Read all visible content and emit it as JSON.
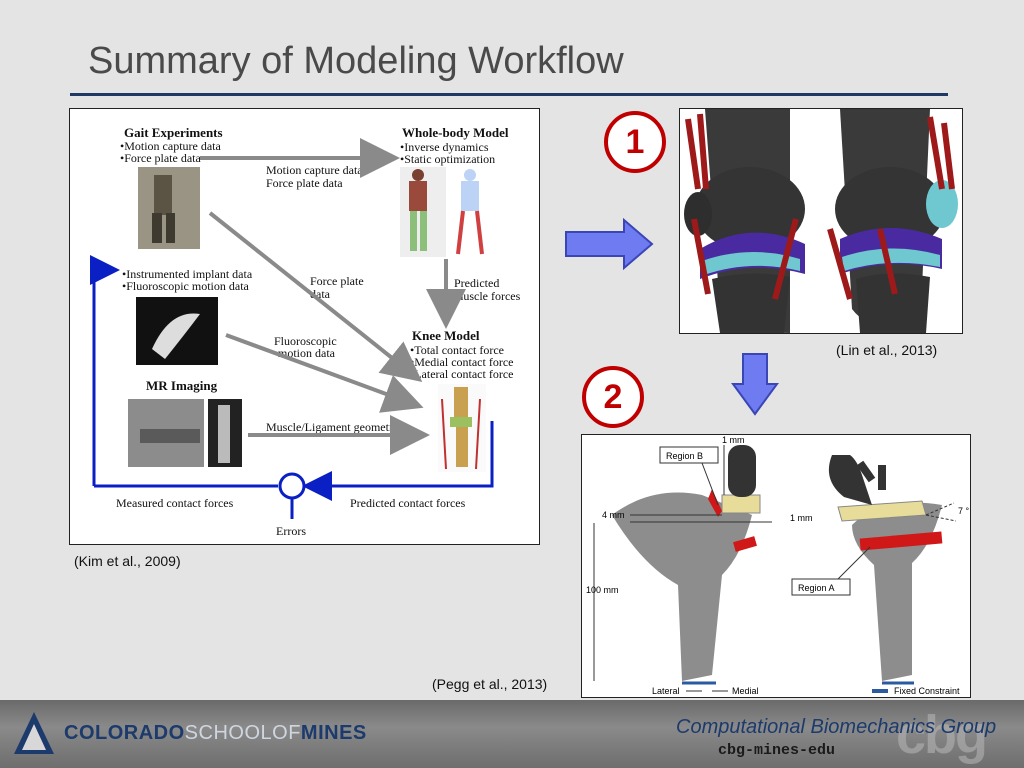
{
  "slide": {
    "title": "Summary of Modeling Workflow",
    "badge1": "1",
    "badge2": "2"
  },
  "workflow": {
    "gait_title": "Gait Experiments",
    "gait_items": [
      "•Motion capture data",
      "•Force plate data"
    ],
    "arrow_top_labels": [
      "Motion capture data",
      "Force plate data"
    ],
    "wbm_title": "Whole-body Model",
    "wbm_items": [
      "•Inverse dynamics",
      "•Static optimization"
    ],
    "implant_items": [
      "•Instrumented implant data",
      "•Fluoroscopic motion data"
    ],
    "force_plate_label": [
      "Force plate",
      "data"
    ],
    "predicted_muscle_label": [
      "Predicted",
      "muscle forces"
    ],
    "fluoro_label": [
      "Fluoroscopic",
      "motion data"
    ],
    "knee_title": "Knee Model",
    "knee_items": [
      "•Total contact force",
      "•Medial contact force",
      "•Lateral contact force"
    ],
    "mr_title": "MR Imaging",
    "muscle_lig_label": "Muscle/Ligament geometry",
    "measured_label": "Measured contact forces",
    "predicted_contact_label": "Predicted contact forces",
    "errors_label": "Errors"
  },
  "citations": {
    "kim": "(Kim et al., 2009)",
    "lin": "(Lin et al., 2013)",
    "pegg": "(Pegg et al., 2013)"
  },
  "pegg": {
    "region_b": "Region B",
    "region_a": "Region A",
    "one_mm_top": "1 mm",
    "four_mm": "4 mm",
    "one_mm_mid": "1 mm",
    "seven_deg": "7 °",
    "hundred_mm": "100 mm",
    "lateral": "Lateral",
    "medial": "Medial",
    "fixed_constraint": "Fixed Constraint"
  },
  "footer": {
    "mines_bold_1": "COLORADO",
    "mines_light": "SCHOOL",
    "mines_light_of": "OF",
    "mines_bold_2": "MINES",
    "cbg_name": "Computational Biomechanics Group",
    "cbg_url": "cbg-mines-edu",
    "cbg_logo": "cbg"
  },
  "colors": {
    "accent_blue": "#1f3864",
    "badge_red": "#c00000",
    "arrow_blue": "#6f7bf0",
    "flow_blue": "#0a1fc4"
  }
}
